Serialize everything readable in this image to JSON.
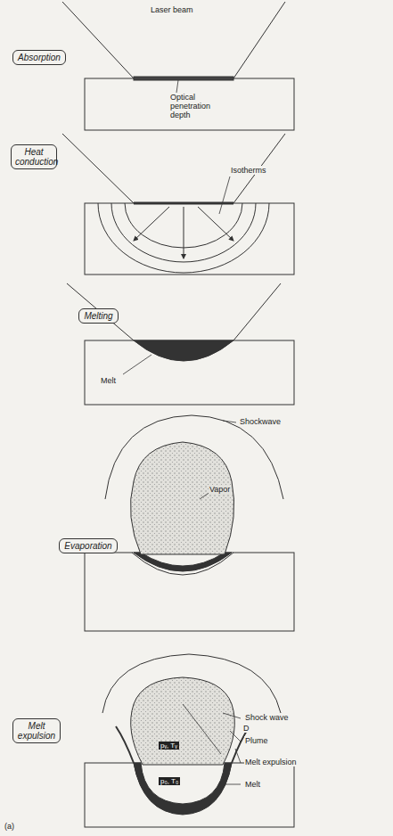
{
  "diagram": {
    "nodes": [
      {
        "text": [
          "Absorption"
        ]
      },
      {
        "text": [
          "Heat conduction"
        ]
      },
      {
        "text": [
          "Melting"
        ]
      },
      {
        "text": [
          "Evaporation"
        ]
      },
      {
        "text": [
          "Melt expulsion"
        ]
      }
    ],
    "labels": [
      "Laser beam",
      "Optical penetration depth",
      "Isotherms",
      "Melt",
      "Shockwave",
      "Vapor",
      "Shock wave",
      "Plume",
      "Melt expulsion",
      "Melt",
      "pᵥ, Tᵥ",
      "p₀, T₀",
      "D",
      "(a)"
    ]
  }
}
